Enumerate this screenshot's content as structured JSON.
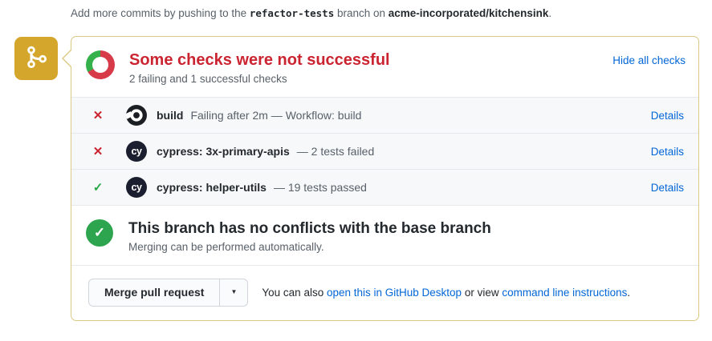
{
  "intro": {
    "prefix": "Add more commits by pushing to the ",
    "branch": "refactor-tests",
    "middle": " branch on ",
    "repo": "acme-incorporated/kitchensink",
    "suffix": "."
  },
  "checks_header": {
    "title": "Some checks were not successful",
    "subtitle": "2 failing and 1 successful checks",
    "hide_link_label": "Hide all checks"
  },
  "checks": [
    {
      "status": "fail",
      "glyph": "✕",
      "app": "github-actions",
      "name": "build",
      "description": "Failing after 2m — Workflow: build",
      "details_label": "Details"
    },
    {
      "status": "fail",
      "glyph": "✕",
      "app": "cypress",
      "icon_text": "cy",
      "name": "cypress: 3x-primary-apis",
      "description": "— 2 tests failed",
      "details_label": "Details"
    },
    {
      "status": "pass",
      "glyph": "✓",
      "app": "cypress",
      "icon_text": "cy",
      "name": "cypress: helper-utils",
      "description": "— 19 tests passed",
      "details_label": "Details"
    }
  ],
  "merge_status": {
    "icon_glyph": "✓",
    "title": "This branch has no conflicts with the base branch",
    "subtitle": "Merging can be performed automatically."
  },
  "merge_actions": {
    "button_label": "Merge pull request",
    "caret_glyph": "▼",
    "text_prefix": "You can also ",
    "desktop_link_label": "open this in GitHub Desktop",
    "text_middle": " or view ",
    "cli_link_label": "command line instructions",
    "text_suffix": "."
  },
  "colors": {
    "link_blue": "#0366d6",
    "danger_red": "#cb2431",
    "success_green": "#2da44e",
    "donut_red": "#d73a49",
    "donut_green": "#34b14b",
    "merge_icon_gold": "#d4a72c",
    "box_border_gold": "#dbc985",
    "row_background": "#f6f8fa"
  }
}
